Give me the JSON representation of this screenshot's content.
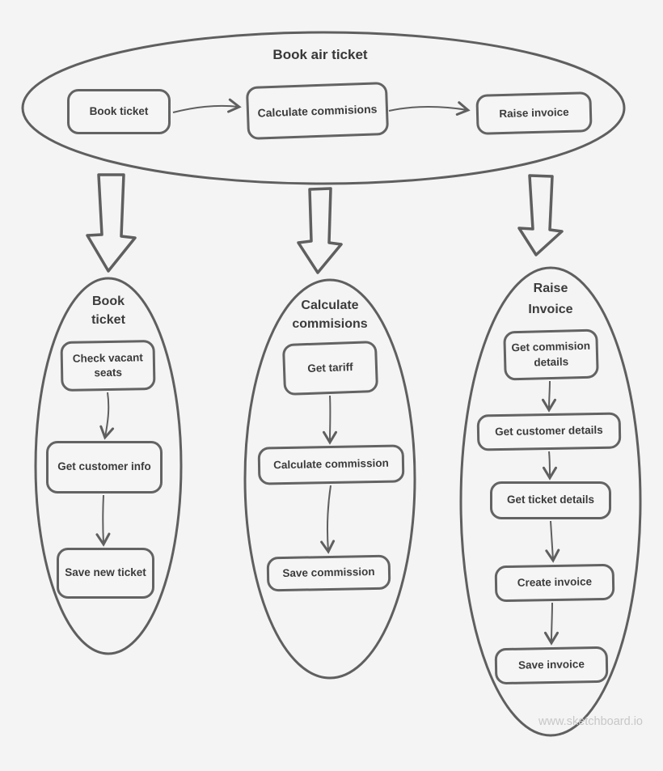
{
  "colors": {
    "background": "#f5f4f4",
    "stroke": "#5f5f5f",
    "text": "#3b3b3b",
    "watermark": "#c7c7c7"
  },
  "overview": {
    "title": "Book air ticket",
    "nodes": [
      "Book ticket",
      "Calculate commisions",
      "Raise invoice"
    ]
  },
  "groups": {
    "book_ticket": {
      "title_line1": "Book",
      "title_line2": "ticket",
      "nodes": [
        "Check vacant seats",
        "Get customer info",
        "Save new ticket"
      ]
    },
    "calculate_commisions": {
      "title_line1": "Calculate",
      "title_line2": "commisions",
      "nodes": [
        "Get tariff",
        "Calculate commission",
        "Save commission"
      ]
    },
    "raise_invoice": {
      "title_line1": "Raise",
      "title_line2": "Invoice",
      "nodes": [
        "Get commision details",
        "Get customer details",
        "Get ticket details",
        "Create invoice",
        "Save invoice"
      ]
    }
  },
  "watermark": "www.sketchboard.io"
}
